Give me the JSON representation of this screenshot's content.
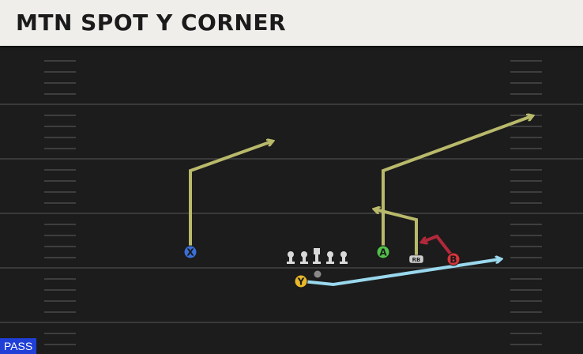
{
  "play": {
    "title": "MTN SPOT Y CORNER",
    "type_badge": "PASS"
  },
  "players": {
    "x": {
      "label": "X",
      "color": "#3a6fd8"
    },
    "a": {
      "label": "A",
      "color": "#52c34a"
    },
    "y": {
      "label": "Y",
      "color": "#e8b82a"
    },
    "b": {
      "label": "B",
      "color": "#d8343a"
    },
    "rb": {
      "label": "RB",
      "color": "#cccccc"
    }
  },
  "colors": {
    "route_main": "#b9b96b",
    "route_b": "#b3283b",
    "route_y": "#9ad8ee",
    "yard_line": "#3a3a3a",
    "hash": "#3e3e3e",
    "lineman": "#d9d9d9"
  }
}
